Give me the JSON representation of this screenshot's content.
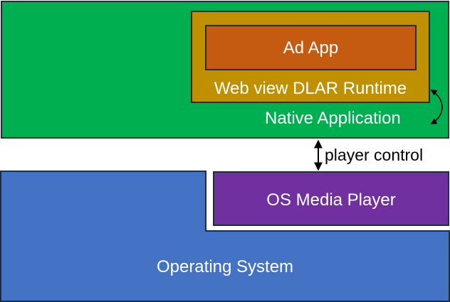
{
  "colors": {
    "native_application": "#00b050",
    "webview_runtime": "#bf9000",
    "ad_app": "#c55a11",
    "os_media_player": "#7030a0",
    "operating_system": "#4472c4",
    "border": "#1f2d3d"
  },
  "labels": {
    "ad_app": "Ad App",
    "webview_runtime": "Web view DLAR Runtime",
    "native_application": "Native Application",
    "player_control": "player control",
    "os_media_player": "OS Media Player",
    "operating_system": "Operating System"
  }
}
